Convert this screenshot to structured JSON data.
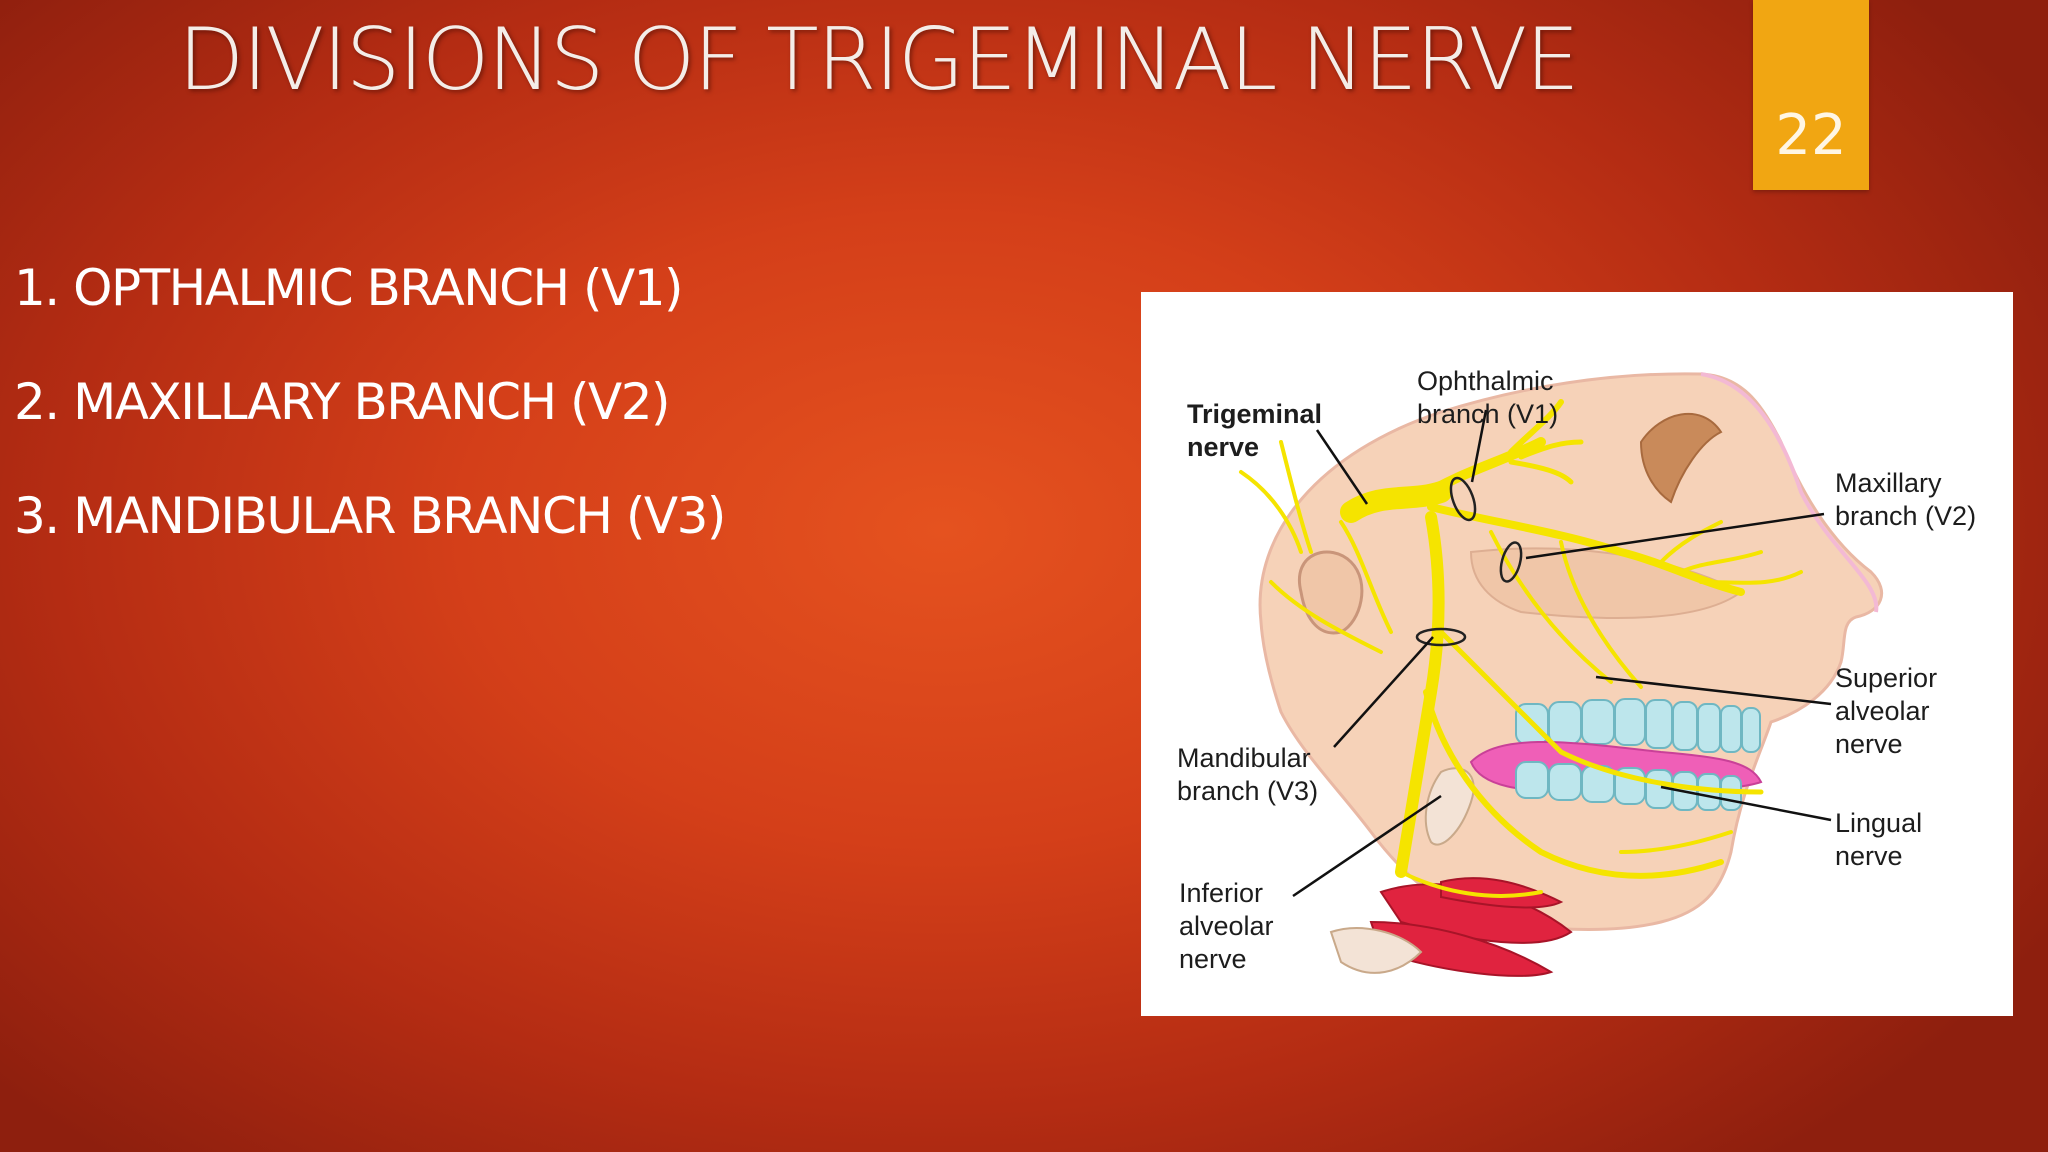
{
  "slide": {
    "title": "DIVISIONS OF TRIGEMINAL NERVE",
    "page_number": "22",
    "accent_color": "#f1a612",
    "background_color": "#d9461c"
  },
  "branches": [
    "1. OPTHALMIC BRANCH (V1)",
    "2. MAXILLARY BRANCH (V2)",
    "3. MANDIBULAR BRANCH (V3)"
  ],
  "figure": {
    "labels": {
      "trigeminal_nerve": "Trigeminal\nnerve",
      "ophthalmic_branch": "Ophthalmic\nbranch (V1)",
      "maxillary_branch": "Maxillary\nbranch (V2)",
      "superior_alveolar_nerve": "Superior\nalveolar\nnerve",
      "mandibular_branch": "Mandibular\nbranch (V3)",
      "lingual_nerve": "Lingual\nnerve",
      "inferior_alveolar_nerve": "Inferior\nalveolar\nnerve"
    },
    "colors": {
      "nerve": "#f5e400",
      "skin": "#f6d2b8",
      "teeth": "#bde6ec",
      "gum": "#ef5fb7",
      "muscle": "#e0233f"
    }
  }
}
